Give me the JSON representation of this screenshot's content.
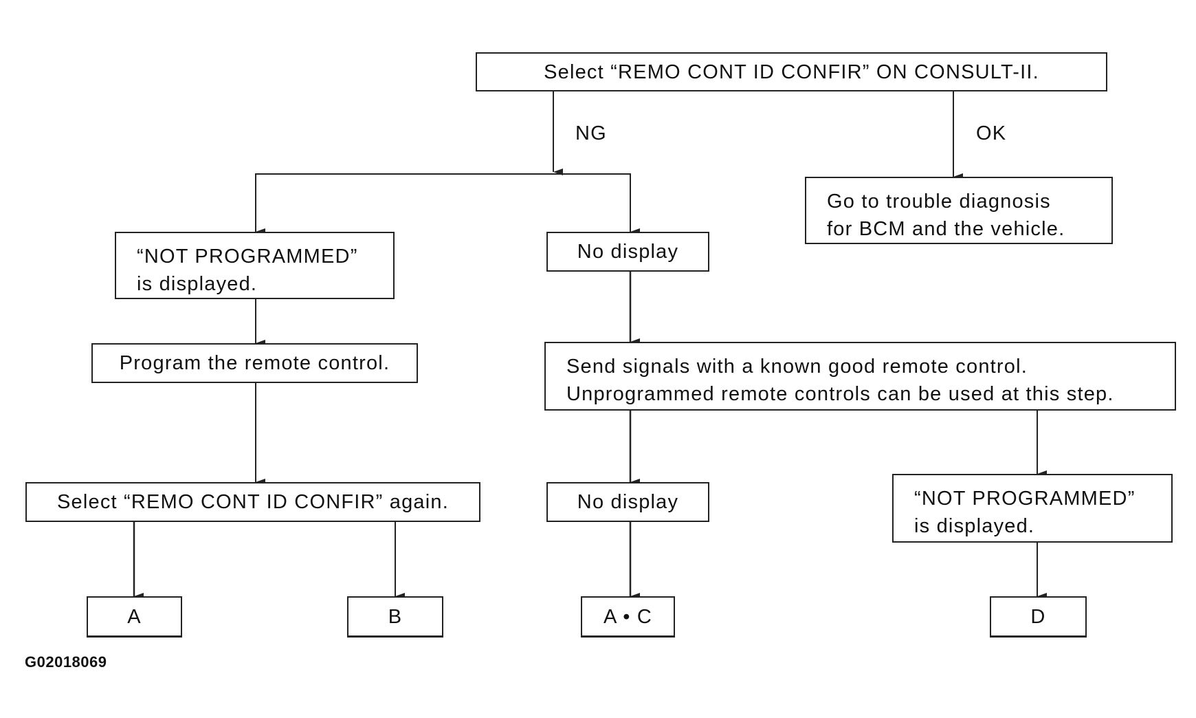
{
  "diagram": {
    "nodes": {
      "start": "Select “REMO CONT ID CONFIR” ON CONSULT-II.",
      "go_trouble": [
        "Go to trouble diagnosis",
        "for BCM and the vehicle."
      ],
      "not_programmed_1": [
        "“NOT PROGRAMMED”",
        "is displayed."
      ],
      "no_display_1": "No display",
      "program_remote": "Program the remote control.",
      "send_signals": [
        "Send signals with a known good remote control.",
        "Unprogrammed remote controls can be used at this step."
      ],
      "select_again": "Select “REMO CONT ID CONFIR” again.",
      "no_display_2": "No display",
      "not_programmed_2": [
        "“NOT PROGRAMMED”",
        "is displayed."
      ],
      "result_a": "A",
      "result_b": "B",
      "result_ac": "A • C",
      "result_d": "D"
    },
    "labels": {
      "ng": "NG",
      "ok": "OK"
    },
    "figure_id": "G02018069"
  }
}
